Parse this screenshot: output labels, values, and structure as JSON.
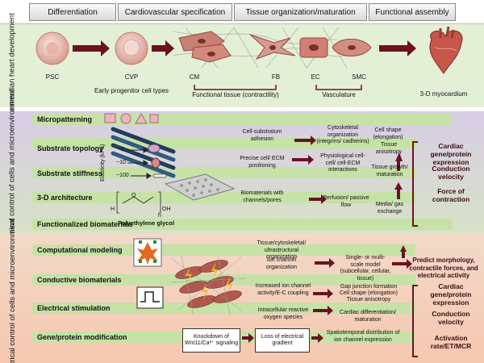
{
  "header": [
    "Differentiation",
    "Cardiovascular specification",
    "Tissue organization/maturation",
    "Functional assembly"
  ],
  "dev": {
    "section_label": "Mammalian heart development",
    "psc": "PSC",
    "cvp": "CVP",
    "early": "Early progenitor cell types",
    "cm": "CM",
    "fb": "FB",
    "ec": "EC",
    "smc": "SMC",
    "functional": "Functional tissue  (contractility)",
    "vasculature": "Vasculature",
    "myocardium": "3-D myocardium"
  },
  "bio": {
    "section_label": "Biophysical control of cells and microenvironment",
    "rows": [
      "Micropatterning",
      "Substrate topology",
      "Substrate stiffness",
      "3-D architecture",
      "Functionalized biomaterials"
    ],
    "elasticity": "Elasticity (kPa)",
    "stiff": [
      "~1",
      "~10",
      "~100"
    ],
    "peg": "Polyethylene glycol",
    "peg_formula": [
      "H",
      "O",
      "OH",
      "n"
    ],
    "c1": [
      "Cell-substratum adhesion",
      "Precise cell/ ECM positioning",
      "Biomaterials with channels/pores"
    ],
    "c2": [
      "Cytoskeletal organization (integrins/ cadherins)",
      "Physiological cell-cell/ cell-ECM interactions",
      "Perfusion/ passive flow"
    ],
    "c3": [
      "Cell shape (elongation)",
      "Tissue anisotropy",
      "Tissue growth/ maturation",
      "Media/ gas exchange"
    ],
    "results": [
      "Cardiac gene/protein expression",
      "Conduction velocity",
      "Force of contraction"
    ]
  },
  "elec": {
    "section_label": "Electrical control of cells and microenvironment",
    "rows": [
      "Computational modeling",
      "Conductive biomaterials",
      "Electrical stimulation",
      "Gene/protein modification"
    ],
    "c1": [
      "Tissue/cytoskeletal/ ultrastructural organization",
      "Ion channel organization",
      "Increased ion channel activity/E-C coupling",
      "Intracellular reactive oxygen species"
    ],
    "c2": [
      "Single- or multi- scale model (subcellular, cellular, tissue)",
      "Gap junction formation",
      "Cell shape (elongation)",
      "Tissue anisotropy",
      "Cardiac differentiation/ maturation",
      "Spatiotemporal distribution of ion channel expression"
    ],
    "predict": "Predict morphology, contractile forces, and electrical activity",
    "results": [
      "Cardiac gene/protein expression",
      "Conduction velocity",
      "Activation rate/ET/MCR"
    ],
    "knockdown": "Knockdown of Wnt11/Ca²⁺ signaling",
    "loss": "Loss of electrical gradient"
  }
}
